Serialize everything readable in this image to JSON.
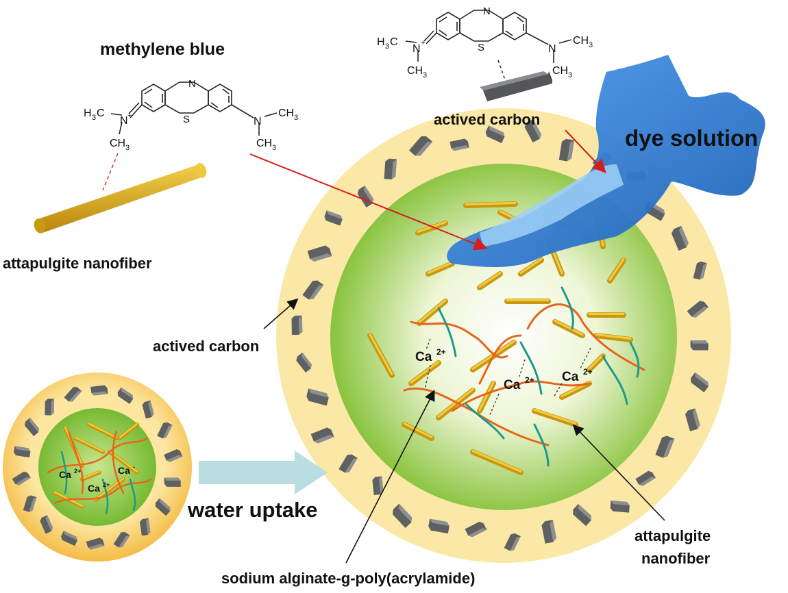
{
  "labels": {
    "methylene_blue": "methylene blue",
    "attapulgite_nanofiber_top": "attapulgite nanofiber",
    "actived_carbon_top": "actived carbon",
    "dye_solution": "dye solution",
    "actived_carbon_side": "actived carbon",
    "water_uptake": "water uptake",
    "sodium_alginate": "sodium alginate-g-poly(acrylamide)",
    "attapulgite_line1": "attapulgite",
    "attapulgite_line2": "nanofiber"
  },
  "chemistry": {
    "n_top": "N",
    "s_ring": "S",
    "h3c_prefix": "H",
    "h3c_sub": "3",
    "h3c_c": "C",
    "n_plus": "N",
    "plus": "+",
    "ch3": "CH",
    "ch3_sub": "3",
    "n_right": "N"
  },
  "ions": {
    "ca": "Ca",
    "charge": "2+",
    "ca_small_charge_partial": "-"
  },
  "colors": {
    "shell": "#fbe8a6",
    "shell_small": "#f5b93a",
    "core_outer": "#8cc63f",
    "core_inner": "#f3f8e4",
    "fiber": "#d4a412",
    "carbon": "#6d6e70",
    "chain_orange": "#e8641b",
    "chain_teal": "#1a9a8a",
    "dye": "#2f7fd6",
    "arrow_red": "#d41f1f",
    "arrow_big": "#b9dde0"
  }
}
